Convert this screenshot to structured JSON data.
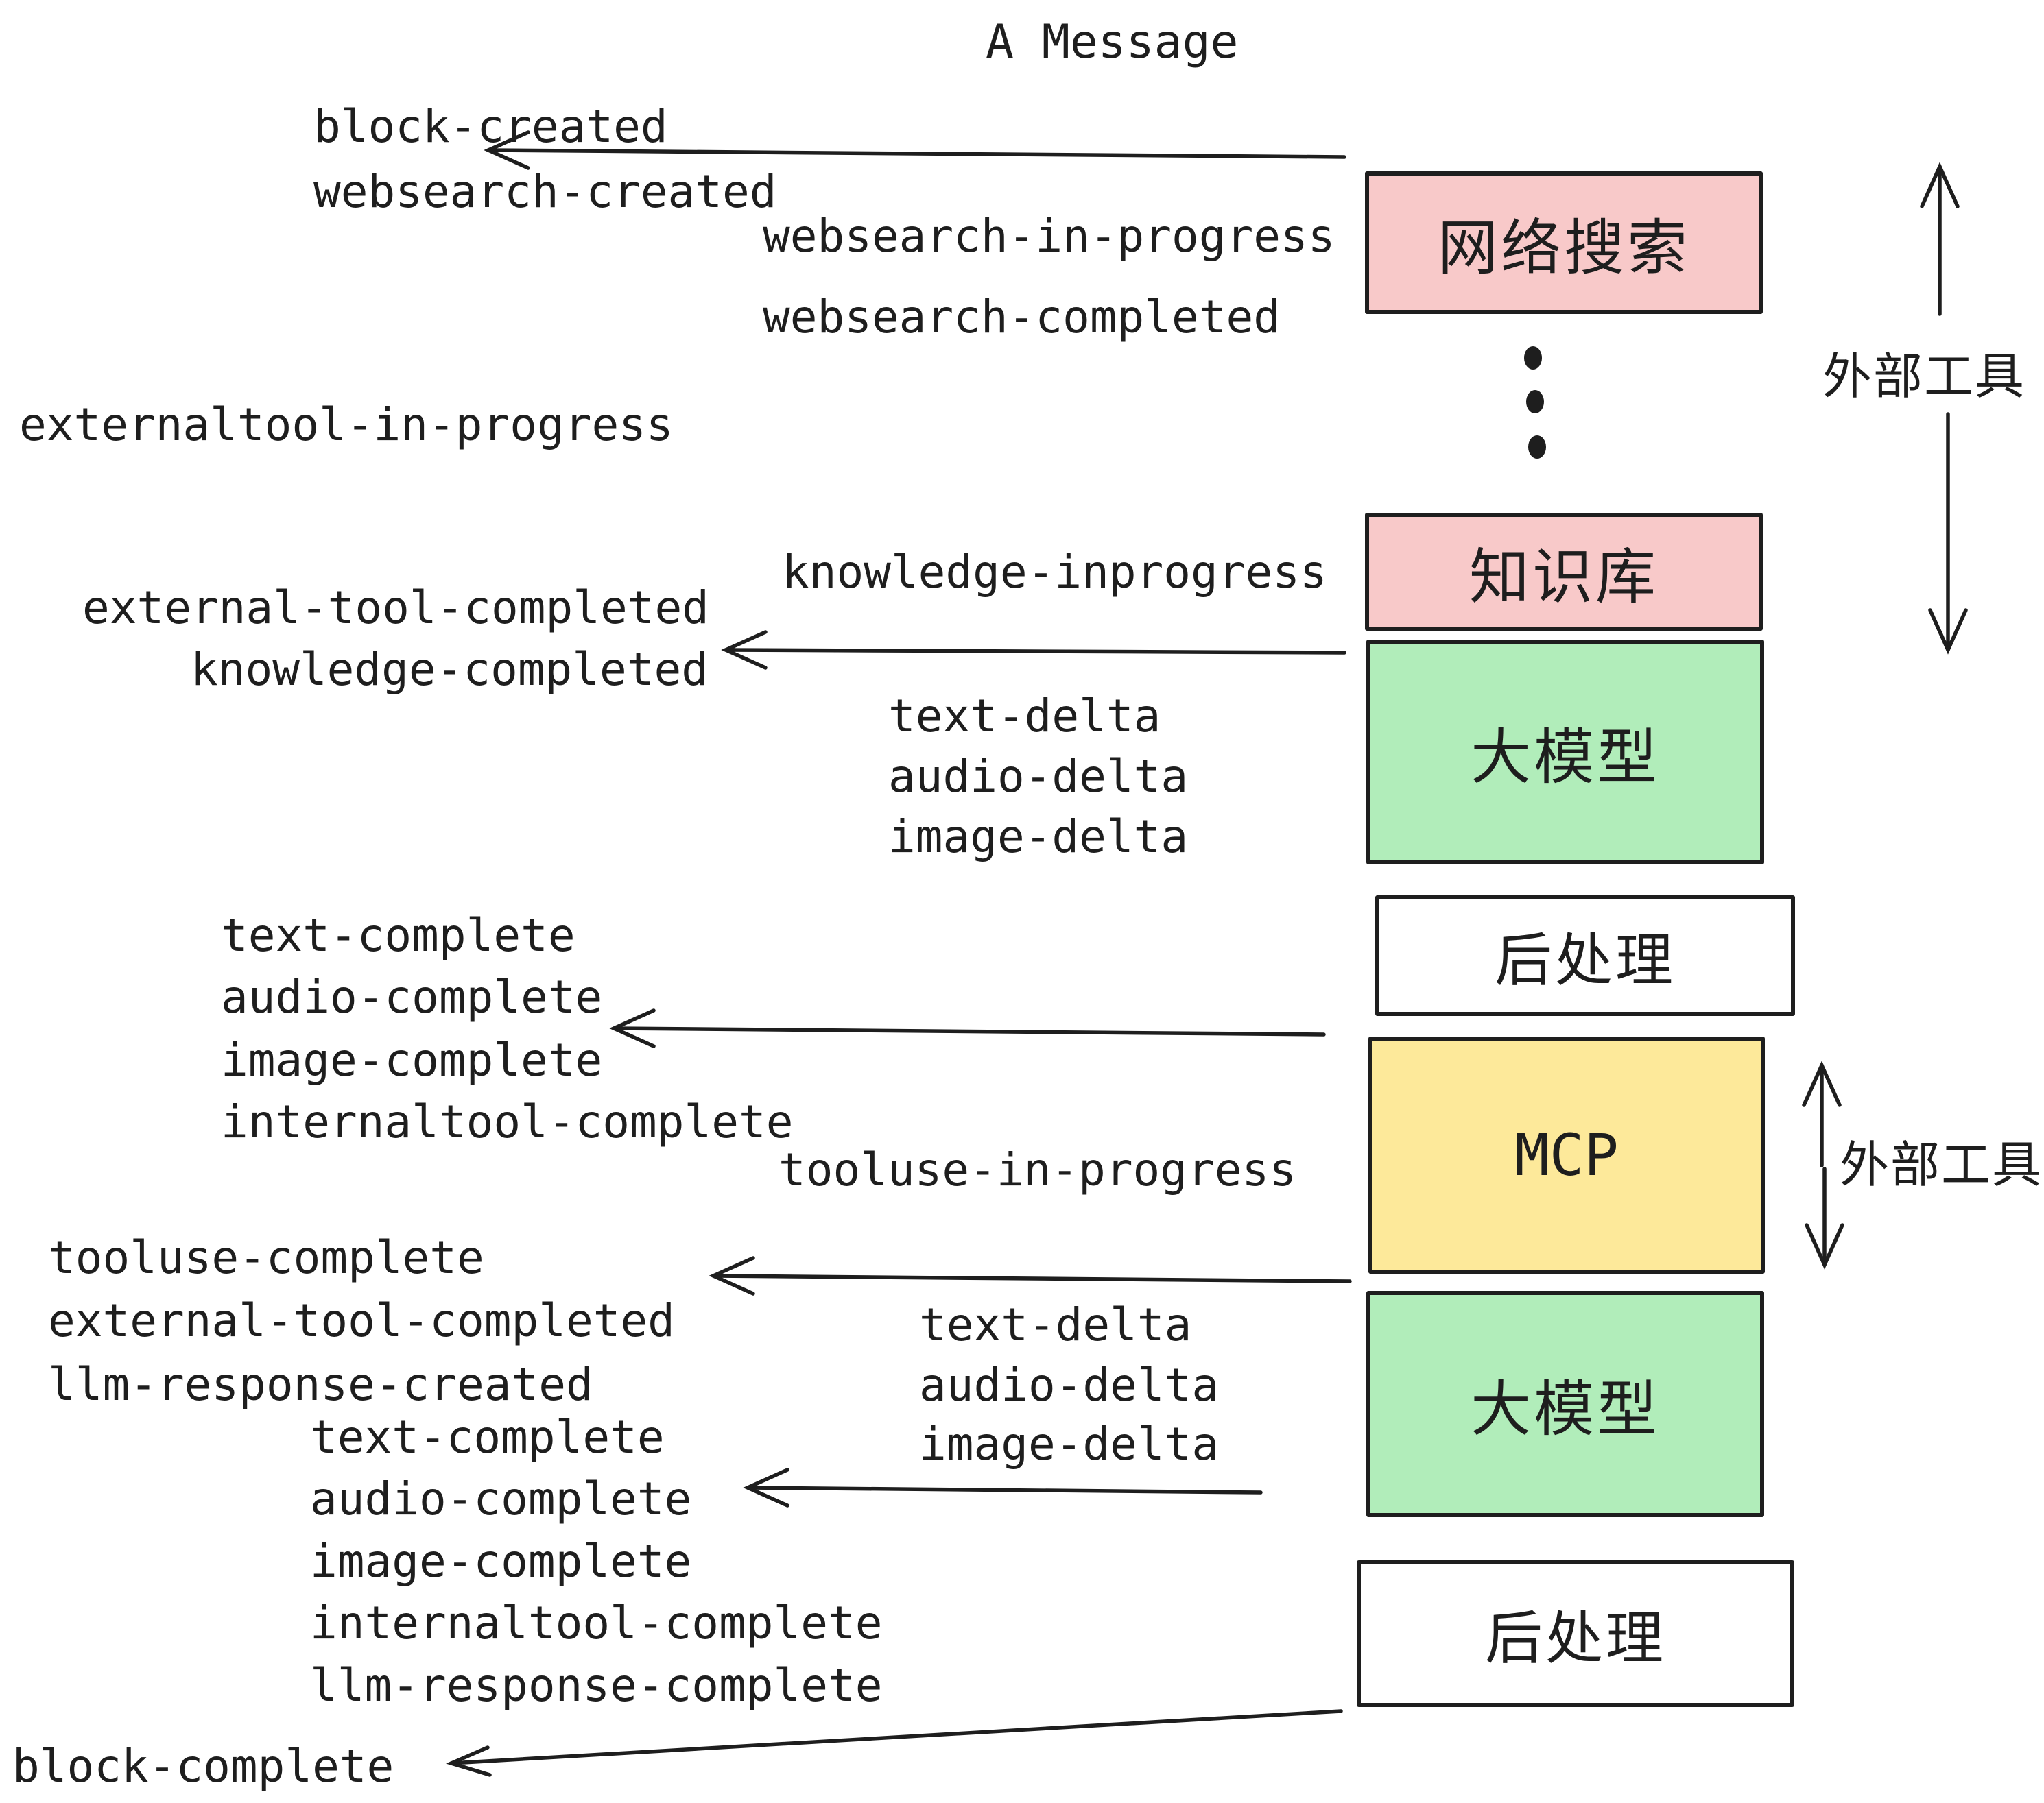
{
  "title": "A Message",
  "events": {
    "block_created": "block-created",
    "websearch_created": "websearch-created",
    "websearch_in_progress": "websearch-in-progress",
    "websearch_completed": "websearch-completed",
    "externaltool_in_progress": "externaltool-in-progress",
    "knowledge_inprogress": "knowledge-inprogress",
    "external_tool_completed": "external-tool-completed",
    "knowledge_completed": "knowledge-completed",
    "text_delta": "text-delta",
    "audio_delta": "audio-delta",
    "image_delta": "image-delta",
    "text_complete": "text-complete",
    "audio_complete": "audio-complete",
    "image_complete": "image-complete",
    "internaltool_complete": "internaltool-complete",
    "tooluse_in_progress": "tooluse-in-progress",
    "tooluse_complete": "tooluse-complete",
    "llm_response_created": "llm-response-created",
    "llm_response_complete": "llm-response-complete",
    "block_complete": "block-complete"
  },
  "nodes": {
    "websearch": "网络搜索",
    "knowledge": "知识库",
    "llm": "大模型",
    "postprocess": "后处理",
    "mcp": "MCP"
  },
  "annotations": {
    "external_tools": "外部工具"
  },
  "colors": {
    "node_websearch_fill": "#f8c9c9",
    "node_knowledge_fill": "#f8c9c9",
    "node_llm_fill": "#b1edba",
    "node_mcp_fill": "#fde99a",
    "node_postprocess_fill": "#ffffff",
    "stroke": "#1e1e1e",
    "background": "#ffffff"
  }
}
